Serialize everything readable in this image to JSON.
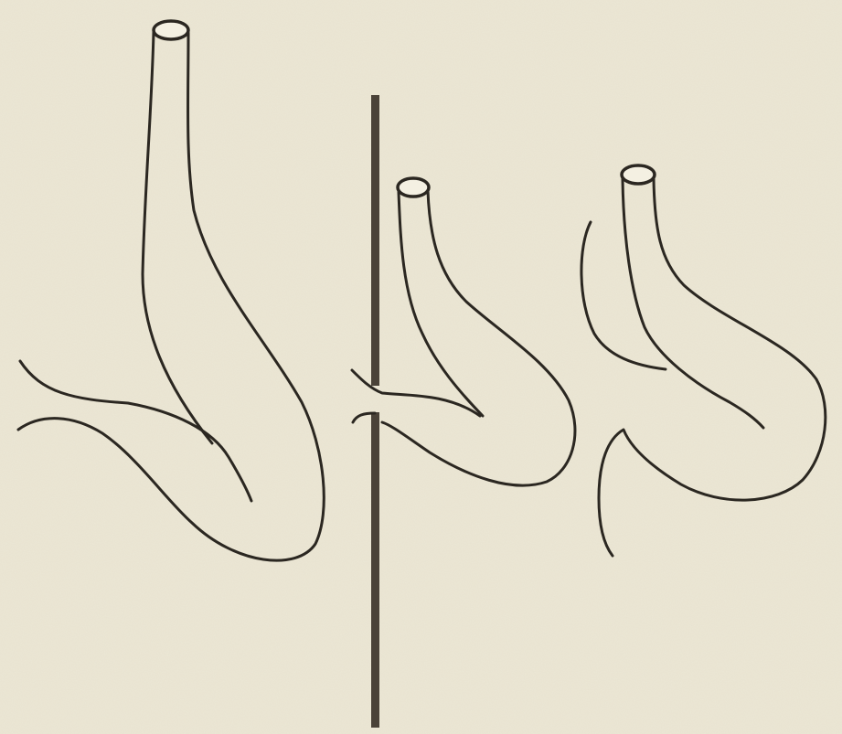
{
  "figure": {
    "background_color": "#ece7d5",
    "ink_color": "#2b2721",
    "rod_color": "#4a4238",
    "panels": [
      {
        "name": "left-drawing"
      },
      {
        "name": "middle-drawing-with-rod"
      },
      {
        "name": "right-drawing"
      }
    ]
  }
}
